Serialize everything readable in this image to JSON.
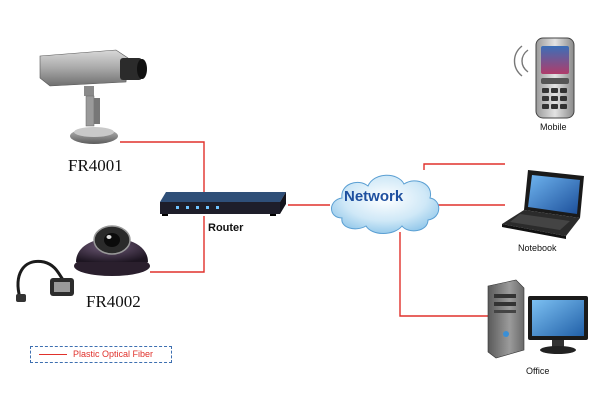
{
  "colors": {
    "fiber": "#e0312b",
    "legend_border": "#3d6fb0",
    "network_text": "#1d4f9f",
    "cloud": "#8ec6ea"
  },
  "devices": {
    "box_camera": {
      "label": "FR4001",
      "icon": "box-camera-icon"
    },
    "dome_camera": {
      "label": "FR4002",
      "icon": "dome-camera-icon"
    },
    "router": {
      "label": "Router",
      "icon": "router-icon"
    },
    "network": {
      "label": "Network",
      "icon": "cloud-icon"
    },
    "mobile": {
      "label": "Mobile",
      "icon": "mobile-phone-icon"
    },
    "notebook": {
      "label": "Notebook",
      "icon": "laptop-icon"
    },
    "office": {
      "label": "Office",
      "icon": "desktop-pc-icon"
    }
  },
  "legend": {
    "label": "Plastic Optical Fiber"
  }
}
